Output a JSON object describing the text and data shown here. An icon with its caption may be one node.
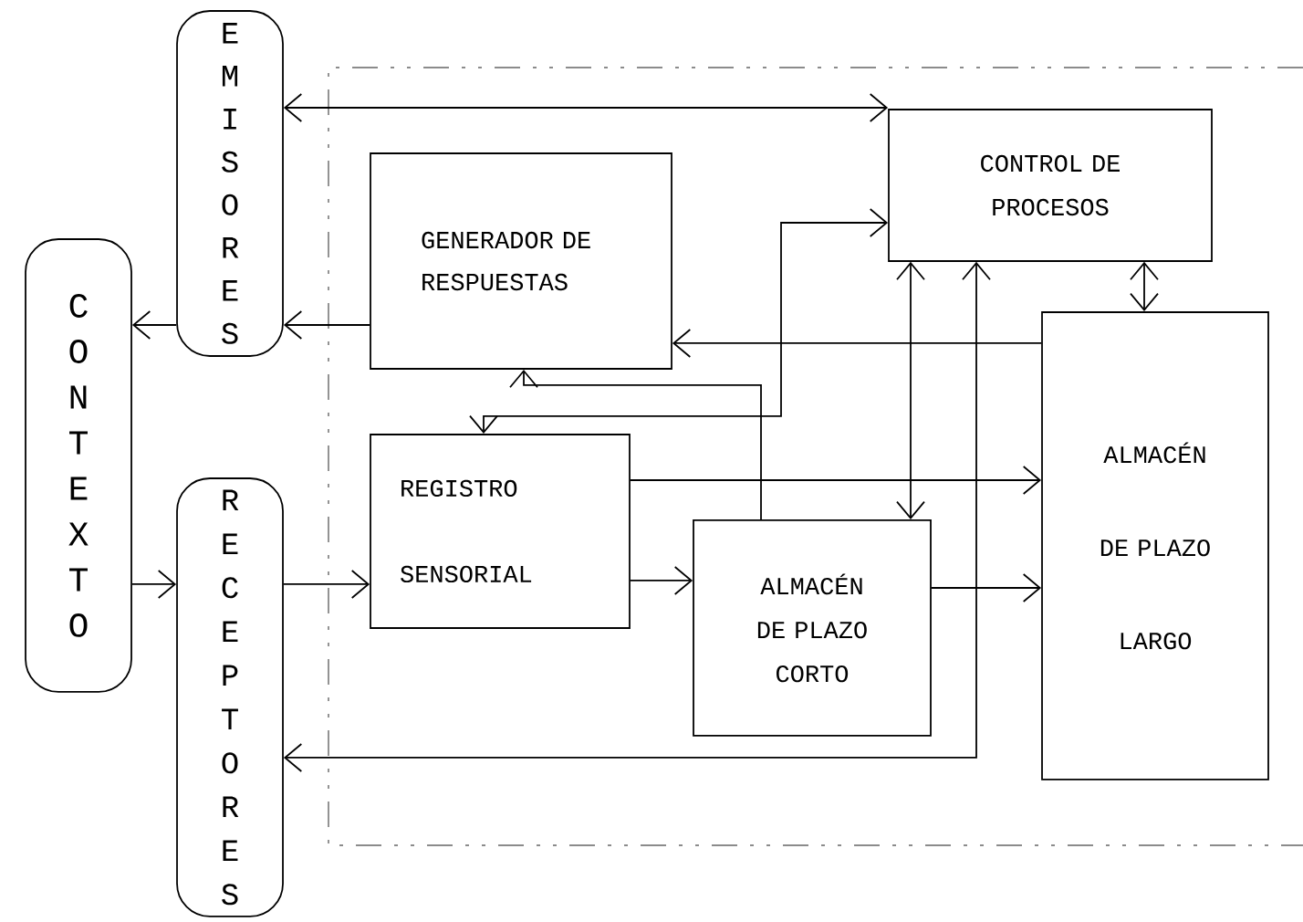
{
  "diagram": {
    "nodes": [
      {
        "text": [
          "CONTEXTO"
        ]
      },
      {
        "text": [
          "EMISORES"
        ]
      },
      {
        "text": [
          "RECEPTORES"
        ]
      },
      {
        "text": [
          "GENERADOR DE RESPUESTAS"
        ]
      },
      {
        "text": [
          "CONTROL DE PROCESOS"
        ]
      },
      {
        "text": [
          "REGISTRO SENSORIAL"
        ]
      },
      {
        "text": [
          "ALMACÉN DE PLAZO CORTO"
        ]
      },
      {
        "text": [
          "ALMACÉN DE PLAZO LARGO"
        ]
      }
    ],
    "edges": [
      {
        "from": 1,
        "to": 0,
        "arrow": "to"
      },
      {
        "from": 0,
        "to": 2,
        "arrow": "to"
      },
      {
        "from": 3,
        "to": 1,
        "arrow": "to"
      },
      {
        "from": 2,
        "to": 5,
        "arrow": "to"
      },
      {
        "from": 1,
        "to": 4,
        "arrow": "both"
      },
      {
        "from": 7,
        "to": 3,
        "arrow": "to"
      },
      {
        "from": 4,
        "to": 7,
        "arrow": "both"
      },
      {
        "from": 5,
        "to": 7,
        "arrow": "to"
      },
      {
        "from": 5,
        "to": 6,
        "arrow": "to"
      },
      {
        "from": 6,
        "to": 7,
        "arrow": "to"
      },
      {
        "from": 6,
        "to": 3,
        "arrow": "to"
      },
      {
        "from": 5,
        "to": 4,
        "arrow": "both"
      },
      {
        "from": 4,
        "to": 6,
        "arrow": "both"
      },
      {
        "from": 4,
        "to": 2,
        "arrow": "both"
      }
    ]
  }
}
